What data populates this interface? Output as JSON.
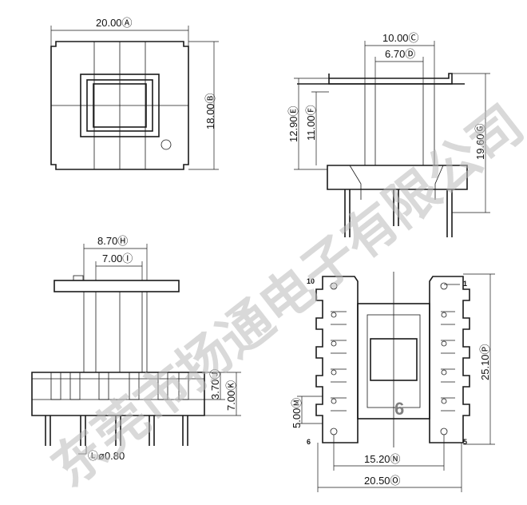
{
  "dimensions": {
    "a": "20.00Ⓐ",
    "b": "18.00Ⓑ",
    "c": "10.00Ⓒ",
    "d": "6.70Ⓓ",
    "e": "12.90Ⓔ",
    "f": "11.00Ⓕ",
    "g": "19.60Ⓖ",
    "h": "8.70Ⓗ",
    "i": "7.00Ⓘ",
    "j": "3.70Ⓙ",
    "k": "7.00Ⓚ",
    "l": "Ⓛø0.80",
    "m": "5.00Ⓜ",
    "n": "15.20Ⓝ",
    "o": "20.50Ⓞ",
    "p": "25.10Ⓟ"
  },
  "pins": {
    "p1": "1",
    "p5": "5",
    "p6": "6",
    "p10": "10"
  },
  "figure_number": "6",
  "watermark": "东莞市扬通电子有限公司"
}
